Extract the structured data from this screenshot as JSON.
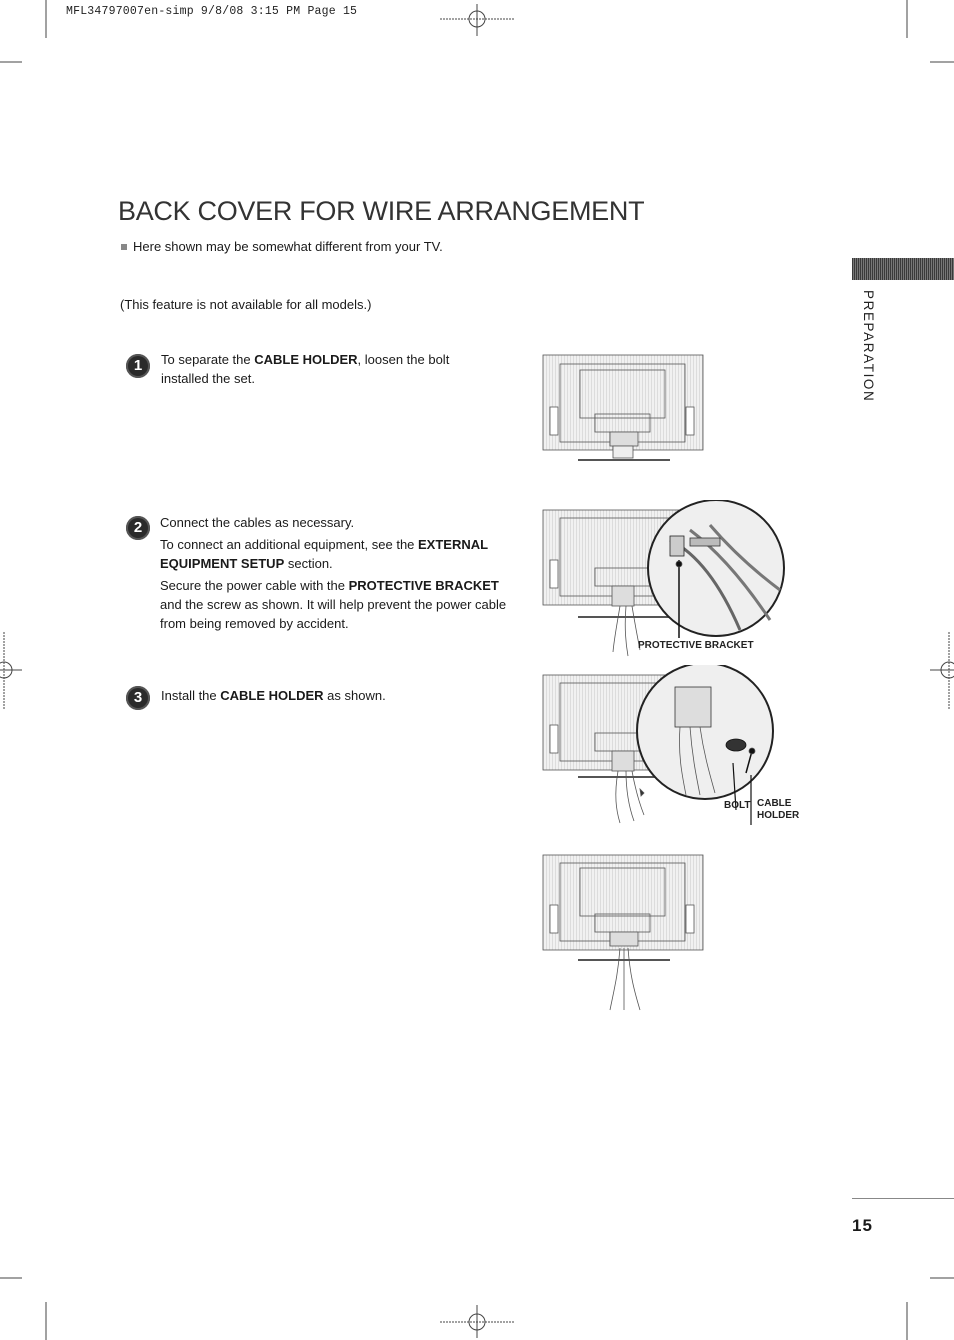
{
  "print_header": "MFL34797007en-simp 9/8/08 3:15 PM Page 15",
  "title": "BACK COVER FOR WIRE ARRANGEMENT",
  "note": "Here shown may be somewhat different from your TV.",
  "availability": "(This feature is not available for all models.)",
  "side_tab_label": "PREPARATION",
  "page_number": "15",
  "steps": [
    {
      "number": "1",
      "text_1": "To separate the ",
      "bold_1": "CABLE HOLDER",
      "text_2": ", loosen the bolt installed the set."
    },
    {
      "number": "2",
      "line_1": "Connect the cables as necessary.",
      "text_a": "To connect an additional equipment, see the ",
      "bold_a": "EXTERNAL EQUIPMENT SETUP",
      "text_b": " section.",
      "text_c": "Secure the power cable with the ",
      "bold_c": "PROTECTIVE BRACKET",
      "text_d": " and the screw as shown. It will help prevent the power cable from being removed by accident."
    },
    {
      "number": "3",
      "text_1": "Install the ",
      "bold_1": "CABLE HOLDER",
      "text_2": " as shown."
    }
  ],
  "callouts": {
    "protective_bracket": "PROTECTIVE BRACKET",
    "bolt": "BOLT",
    "cable_holder_1": "CABLE",
    "cable_holder_2": "HOLDER"
  }
}
